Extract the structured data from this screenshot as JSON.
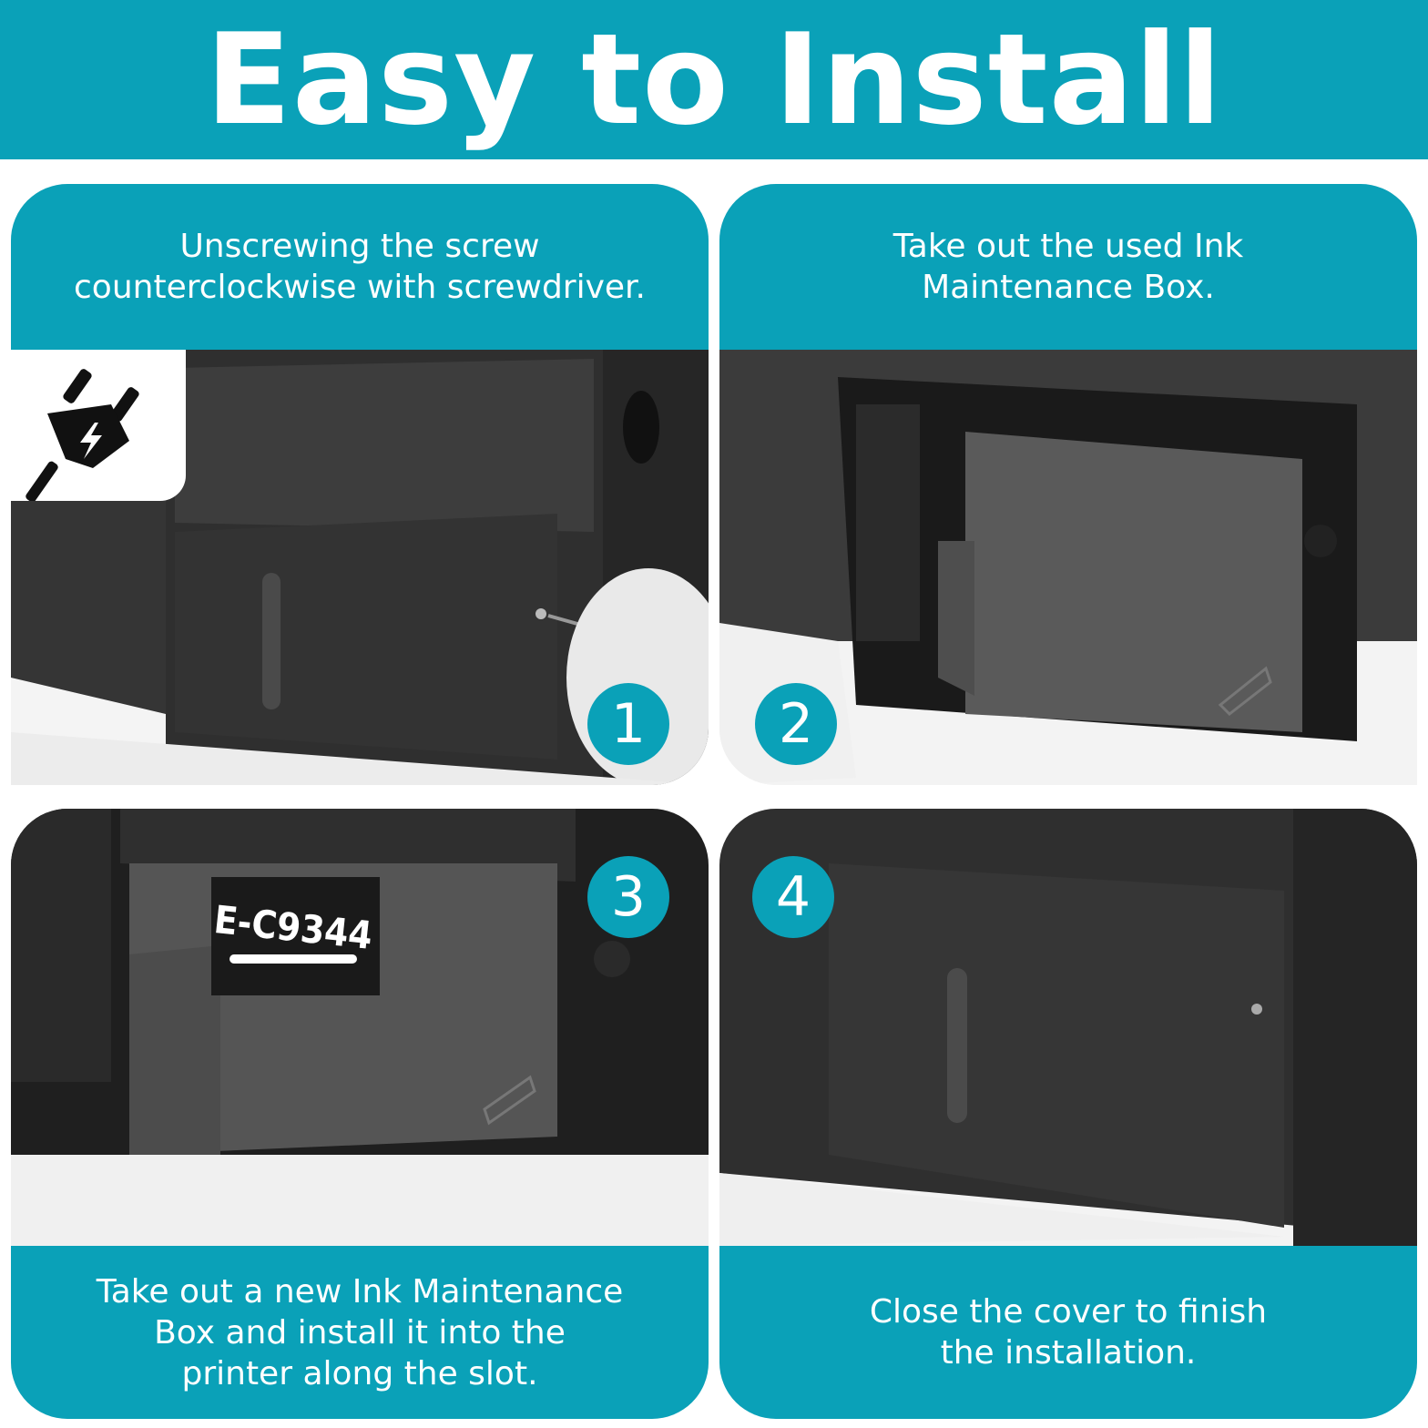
{
  "header": {
    "title": "Easy to Install"
  },
  "steps": [
    {
      "number": "1",
      "caption": "Unscrewing the screw\ncounterclockwise with screwdriver."
    },
    {
      "number": "2",
      "caption": "Take out the used Ink\nMaintenance Box."
    },
    {
      "number": "3",
      "caption": "Take out a new Ink Maintenance\nBox and install it into the\nprinter along the slot."
    },
    {
      "number": "4",
      "caption": "Close the cover to finish\nthe installation."
    }
  ],
  "product_label": "E-C9344",
  "colors": {
    "accent": "#0aa1b8",
    "printer": "#3a3a3a"
  }
}
